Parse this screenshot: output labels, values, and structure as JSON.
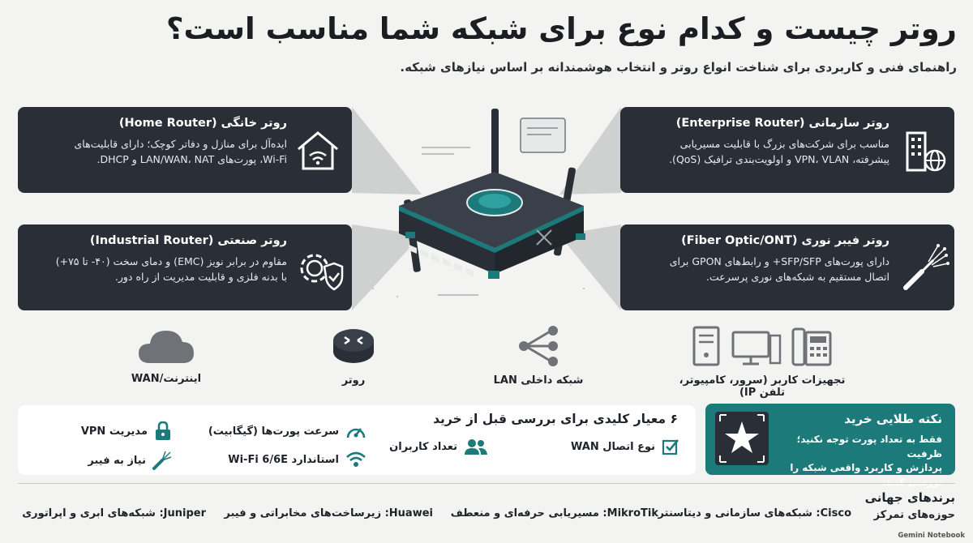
{
  "header": {
    "title": "روتر چیست و کدام نوع برای شبکه شما مناسب است؟",
    "subtitle": "راهنمای فنی و کاربردی برای شناخت انواع روتر و انتخاب هوشمندانه بر اساس نیازهای شبکه."
  },
  "cards": {
    "home": {
      "title": "روتر خانگی (Home Router)",
      "line1": "ایده‌آل برای منازل و دفاتر کوچک؛ دارای قابلیت‌های",
      "line2": "Wi-Fi، پورت‌های LAN/WAN، NAT و DHCP.",
      "icon": "home-wifi-icon"
    },
    "enterprise": {
      "title": "روتر سازمانی (Enterprise Router)",
      "line1": "مناسب برای شرکت‌های بزرگ با قابلیت مسیریابی",
      "line2": "پیشرفته، VPN، VLAN و اولویت‌بندی ترافیک (QoS).",
      "icon": "building-globe-icon"
    },
    "industrial": {
      "title": "روتر صنعتی (Industrial Router)",
      "line1": "مقاوم در برابر نویز (EMC) و دمای سخت (۴۰- تا ۷۵+)",
      "line2": "با بدنه فلزی و قابلیت مدیریت از راه دور.",
      "icon": "gear-shield-icon"
    },
    "fiber": {
      "title": "روتر فیبر نوری (Fiber Optic/ONT)",
      "line1": "دارای پورت‌های SFP/SFP+ و رابط‌های GPON برای",
      "line2": "اتصال مستقیم به شبکه‌های نوری پرسرعت.",
      "icon": "fiber-optic-icon"
    }
  },
  "topology": {
    "wan": "اینترنت/WAN",
    "router": "روتر",
    "lan": "شبکه داخلی LAN",
    "devices": "تجهیزات کاربر (سرور، کامپیوتر، تلفن IP)"
  },
  "criteria": {
    "title": "۶ معیار کلیدی برای بررسی قبل از خرید",
    "items": {
      "wan": "نوع اتصال WAN",
      "users": "تعداد کاربران",
      "ports": "سرعت پورت‌ها (گیگابیت)",
      "wifi": "استاندارد Wi-Fi 6/6E",
      "vpn": "مدیریت VPN",
      "fiber": "نیاز به فیبر"
    }
  },
  "tip": {
    "title": "نکته طلایی خرید",
    "line1": "فقط به تعداد پورت توجه نکنید؛ ظرفیت",
    "line2": "پردازش و کاربرد واقعی شبکه را بررسی کنید."
  },
  "brands": {
    "title": "برندهای جهانی",
    "subtitle": "حوزه‌های تمرکز",
    "items": [
      {
        "name": "Cisco",
        "focus": "شبکه‌های سازمانی و دیتاسنتر"
      },
      {
        "name": "MikroTik",
        "focus": "مسیریابی حرفه‌ای و منعطف"
      },
      {
        "name": "Huawei",
        "focus": "زیرساخت‌های مخابراتی و فیبر"
      },
      {
        "name": "Juniper",
        "focus": "شبکه‌های ابری و اپراتوری"
      }
    ]
  },
  "watermark": "Gemini Notebook",
  "colors": {
    "card": "#2a2f37",
    "accent": "#1d7a7a",
    "background": "#f3f4f2"
  }
}
